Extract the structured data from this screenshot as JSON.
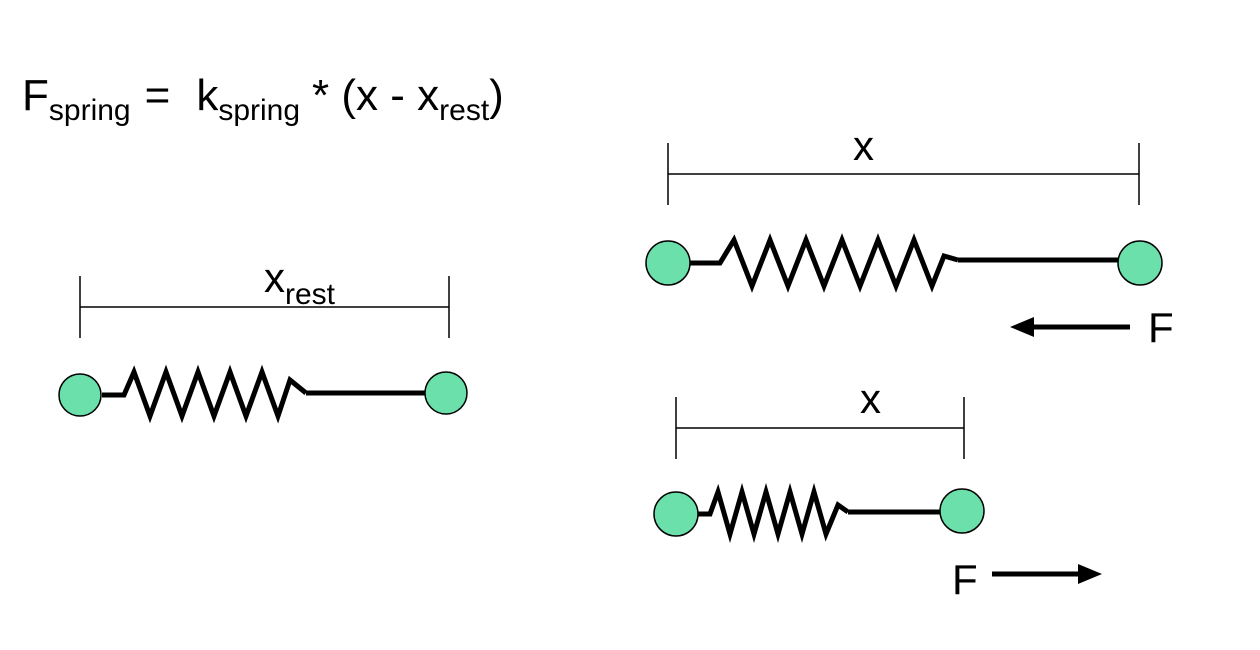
{
  "formula": {
    "F": "F",
    "F_sub": "spring",
    "equals": "=",
    "k": "k",
    "k_sub": "spring",
    "rest_open": "* (x - x",
    "rest_sub": "rest",
    "close": ")"
  },
  "rest_spring": {
    "label": "x",
    "label_sub": "rest"
  },
  "stretched_spring": {
    "label": "x",
    "force_label": "F",
    "force_direction": "left"
  },
  "compressed_spring": {
    "label": "x",
    "force_label": "F",
    "force_direction": "right"
  },
  "colors": {
    "mass_fill": "#6ce0ab",
    "line": "#000000",
    "background": "#ffffff"
  }
}
